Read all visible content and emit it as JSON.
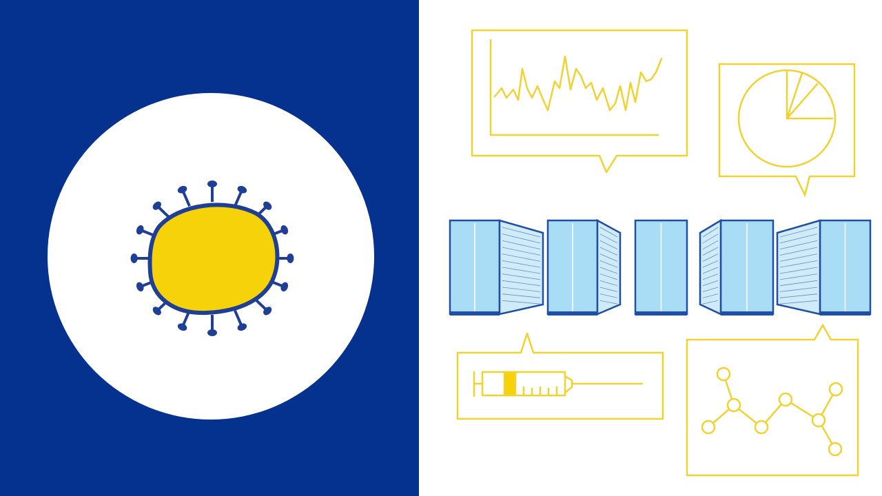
{
  "colors": {
    "navy": "#06328f",
    "white": "#ffffff",
    "yellow": "#f6d20a",
    "line_yellow": "#f2d230",
    "server_blue": "#a9dcf5",
    "server_dark": "#1f4fa3"
  },
  "illustration": {
    "virus": {
      "icon": "virus-icon",
      "spike_count": 16
    },
    "callouts": [
      {
        "id": "line-chart",
        "icon": "line-chart-icon"
      },
      {
        "id": "pie-chart",
        "icon": "pie-chart-icon"
      },
      {
        "id": "syringe",
        "icon": "syringe-icon"
      },
      {
        "id": "molecule",
        "icon": "molecule-icon"
      }
    ],
    "servers": {
      "icon": "server-rack-icon",
      "count": 5
    }
  }
}
